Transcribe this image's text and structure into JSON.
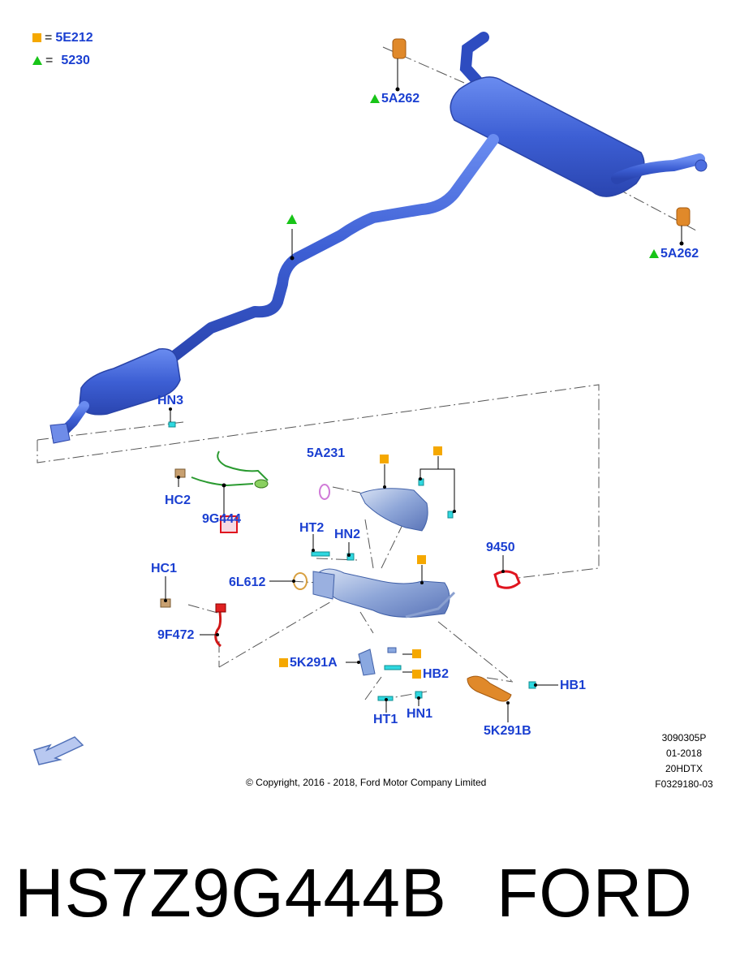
{
  "legend": {
    "square_code": "5E212",
    "triangle_code": "5230",
    "square_color": "#f5a800",
    "triangle_color": "#18c418"
  },
  "callouts": {
    "top_hanger": "5A262",
    "right_hanger": "5A262",
    "hn3": "HN3",
    "a5231": "5A231",
    "hc2": "HC2",
    "g9444": "9G444",
    "ht2": "HT2",
    "hn2": "HN2",
    "n9450": "9450",
    "hc1": "HC1",
    "l6612": "6L612",
    "f9472": "9F472",
    "k5291a": "5K291A",
    "hb2": "HB2",
    "hb1": "HB1",
    "ht1": "HT1",
    "hn1": "HN1",
    "k5291b": "5K291B"
  },
  "meta": {
    "line1": "3090305P",
    "line2": "01-2018",
    "line3": "20HDTX",
    "line4": "F0329180-03"
  },
  "copyright": "© Copyright, 2016 - 2018, Ford Motor Company Limited",
  "caption": {
    "part_number": "HS7Z9G444B",
    "brand": "FORD"
  },
  "colors": {
    "pipe": "#3f63d6",
    "callout_text": "#1a3fd1",
    "highlight_box": "#e0141e",
    "clip_cyan": "#2fd8e0",
    "orange_parts": "#e07a1e"
  }
}
